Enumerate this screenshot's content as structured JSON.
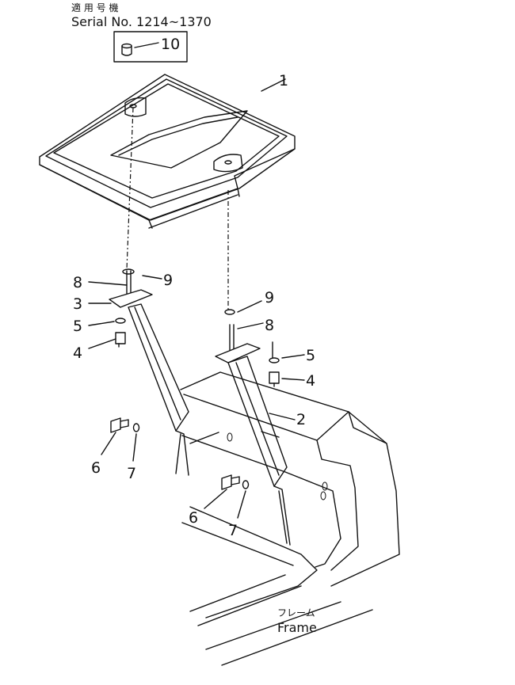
{
  "header": {
    "applicable_models_jp": "適 用 号 機",
    "serial_range": "Serial No. 1214~1370"
  },
  "frame_label": {
    "jp": "フレーム",
    "en": "Frame"
  },
  "callouts": {
    "c1": "1",
    "c2": "2",
    "c3": "3",
    "c4a": "4",
    "c4b": "4",
    "c5a": "5",
    "c5b": "5",
    "c6a": "6",
    "c6b": "6",
    "c7a": "7",
    "c7b": "7",
    "c8a": "8",
    "c8b": "8",
    "c9a": "9",
    "c9b": "9",
    "c10": "10"
  }
}
